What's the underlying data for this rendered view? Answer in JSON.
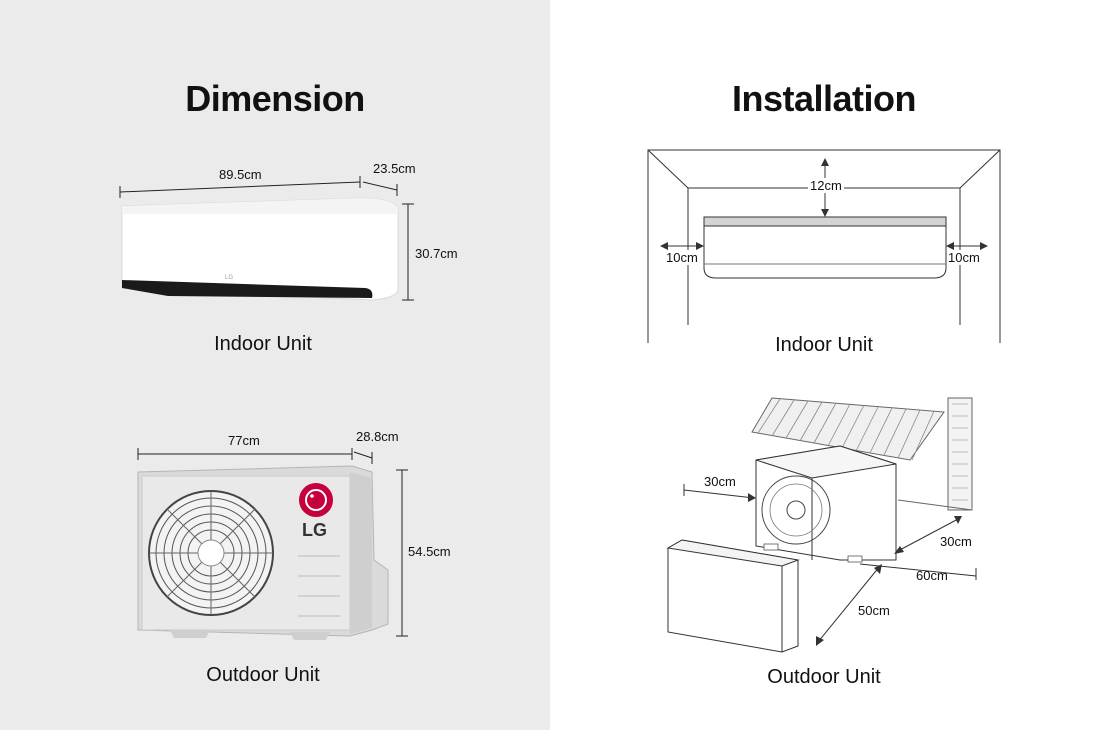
{
  "left_panel": {
    "title": "Dimension",
    "indoor": {
      "caption": "Indoor Unit",
      "width": "89.5cm",
      "depth": "23.5cm",
      "height": "30.7cm",
      "logo": "LG"
    },
    "outdoor": {
      "caption": "Outdoor Unit",
      "width": "77cm",
      "depth": "28.8cm",
      "height": "54.5cm",
      "logo": "LG"
    }
  },
  "right_panel": {
    "title": "Installation",
    "indoor": {
      "caption": "Indoor Unit",
      "top_clearance": "12cm",
      "left_clearance": "10cm",
      "right_clearance": "10cm"
    },
    "outdoor": {
      "caption": "Outdoor Unit",
      "left_clearance": "30cm",
      "wall_clearance": "30cm",
      "side_clearance": "60cm",
      "front_clearance": "50cm"
    }
  },
  "colors": {
    "left_background": "#ebebeb",
    "right_background": "#ffffff",
    "lg_red": "#c6003d"
  }
}
